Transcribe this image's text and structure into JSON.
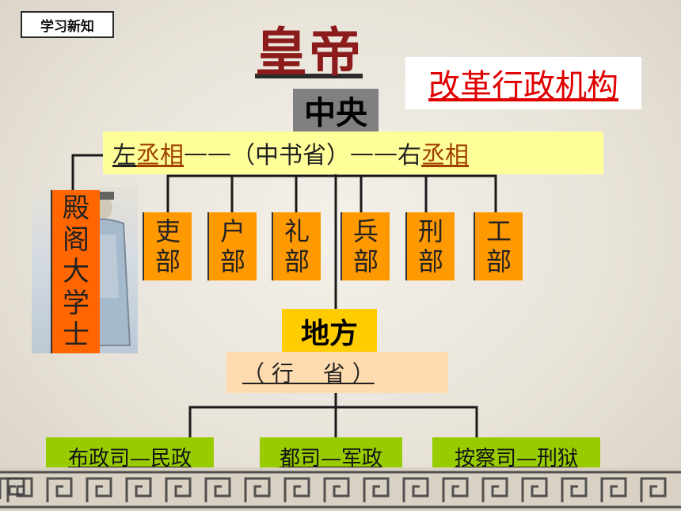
{
  "tag": "学习新知",
  "title": "皇帝",
  "reform": "改革行政机构",
  "central": "中央",
  "ministers": {
    "left": "左",
    "left_minister": "丞相",
    "dash1": "——",
    "secretariat": "（中书省）",
    "dash2": "——",
    "right": "右",
    "right_minister": "丞相"
  },
  "grand_secretary": [
    "殿",
    "阁",
    "大",
    "学",
    "士"
  ],
  "ministries": [
    [
      "吏",
      "部"
    ],
    [
      "户",
      "部"
    ],
    [
      "礼",
      "部"
    ],
    [
      "兵",
      "部"
    ],
    [
      "刑",
      "部"
    ],
    [
      "工",
      "部"
    ]
  ],
  "local": "地方",
  "province": "（ 行　 省 ）",
  "offices": [
    "布政司—民政",
    "都司—军政",
    "按察司—刑狱"
  ]
}
